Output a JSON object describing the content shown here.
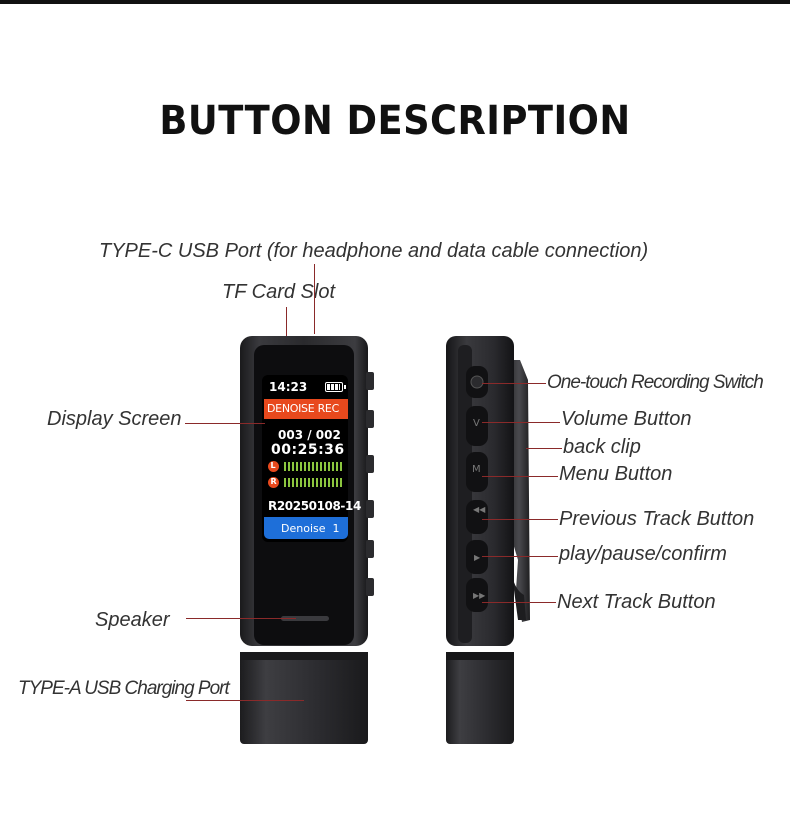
{
  "title": "BUTTON DESCRIPTION",
  "labels": {
    "type_c": "TYPE-C USB Port (for headphone and data cable connection)",
    "tf_card": "TF Card Slot",
    "display": "Display Screen",
    "speaker": "Speaker",
    "type_a": "TYPE-A USB Charging Port",
    "record": "One-touch Recording Switch",
    "volume": "Volume Button",
    "clip": "back clip",
    "menu": "Menu Button",
    "prev": "Previous Track Button",
    "play": "play/pause/confirm",
    "next": "Next Track Button"
  },
  "screen": {
    "time": "14:23",
    "banner": "DENOISE REC",
    "track": "003 / 002",
    "elapsed": "00:25:36",
    "left_channel": "L",
    "right_channel": "R",
    "filename": "R20250108-14",
    "mode": "Denoise  1"
  },
  "side_buttons": {
    "volume": "V",
    "menu": "M"
  },
  "colors": {
    "banner": "#e8491d",
    "mode_bar": "#1e6fd9",
    "level_meter": "#8cc63f",
    "channel_badge": "#e8491d",
    "leader_line": "#8a2a2a"
  }
}
